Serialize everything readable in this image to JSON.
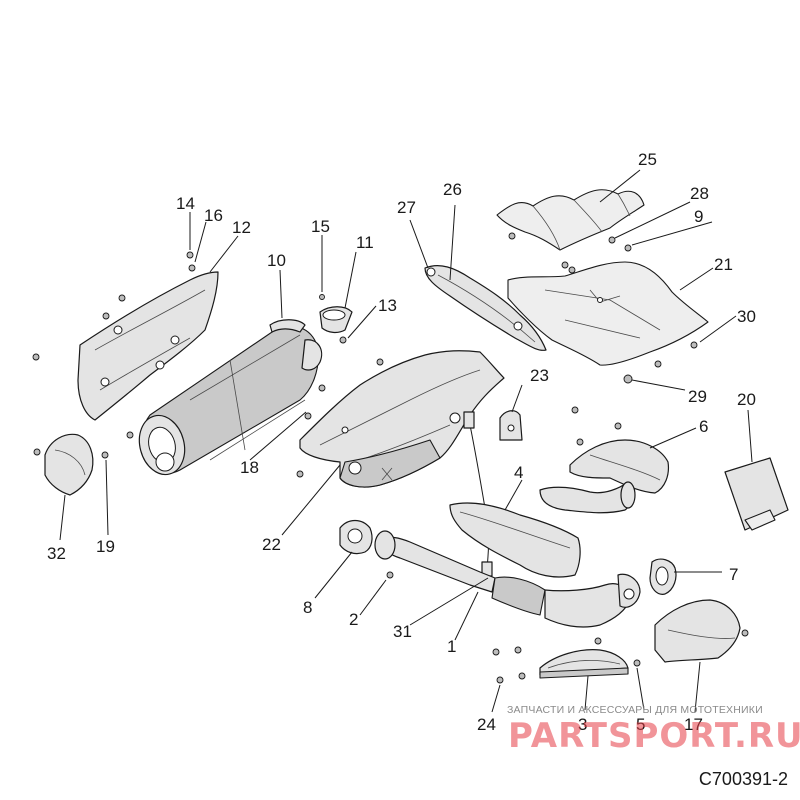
{
  "diagram": {
    "code": "C700391-2",
    "callouts": [
      "1",
      "2",
      "3",
      "4",
      "5",
      "6",
      "7",
      "8",
      "9",
      "10",
      "11",
      "12",
      "13",
      "14",
      "15",
      "16",
      "17",
      "18",
      "19",
      "20",
      "21",
      "22",
      "23",
      "24",
      "25",
      "26",
      "27",
      "28",
      "29",
      "30",
      "31",
      "32"
    ]
  },
  "watermark": {
    "text": "ЗАПЧАСТИ И АКСЕССУАРЫ ДЛЯ МОТОТЕХНИКИ",
    "logo": "PARTSPORT.RU",
    "color": "#e63c46"
  }
}
